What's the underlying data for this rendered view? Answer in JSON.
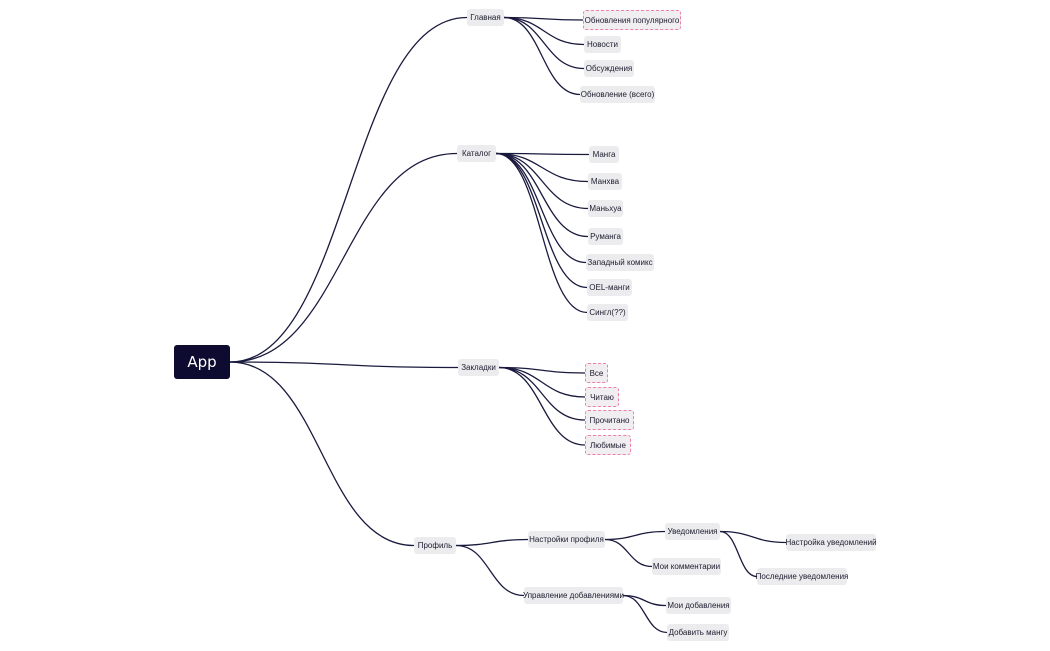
{
  "mindmap": {
    "root": "App",
    "branches": [
      {
        "label": "Главная",
        "children": [
          {
            "label": "Обновления популярного",
            "highlight": true
          },
          {
            "label": "Новости"
          },
          {
            "label": "Обсуждения"
          },
          {
            "label": "Обновление (всего)"
          }
        ]
      },
      {
        "label": "Каталог",
        "children": [
          {
            "label": "Манга"
          },
          {
            "label": "Манхва"
          },
          {
            "label": "Маньхуа"
          },
          {
            "label": "Руманга"
          },
          {
            "label": "Западный комикс"
          },
          {
            "label": "OEL-манги"
          },
          {
            "label": "Сингл(??)"
          }
        ]
      },
      {
        "label": "Закладки",
        "children": [
          {
            "label": "Все",
            "highlight": true
          },
          {
            "label": "Читаю",
            "highlight": true
          },
          {
            "label": "Прочитано",
            "highlight": true
          },
          {
            "label": "Любимые",
            "highlight": true
          }
        ]
      },
      {
        "label": "Профиль",
        "children": [
          {
            "label": "Настройки профиля",
            "children": [
              {
                "label": "Уведомления",
                "children": [
                  {
                    "label": "Настройка уведомлений"
                  },
                  {
                    "label": "Последние уведомления"
                  }
                ]
              },
              {
                "label": "Мои комментарии"
              }
            ]
          },
          {
            "label": "Управление добавлениями",
            "children": [
              {
                "label": "Мои добавления"
              },
              {
                "label": "Добавить мангу"
              }
            ]
          }
        ]
      }
    ]
  },
  "colors": {
    "connector": "#1a1a3e",
    "node_fill": "#ececef",
    "node_text": "#1c1c2e",
    "highlight_border": "#ee7fa6",
    "root_fill": "#0d0b30",
    "root_text": "#ffffff"
  }
}
